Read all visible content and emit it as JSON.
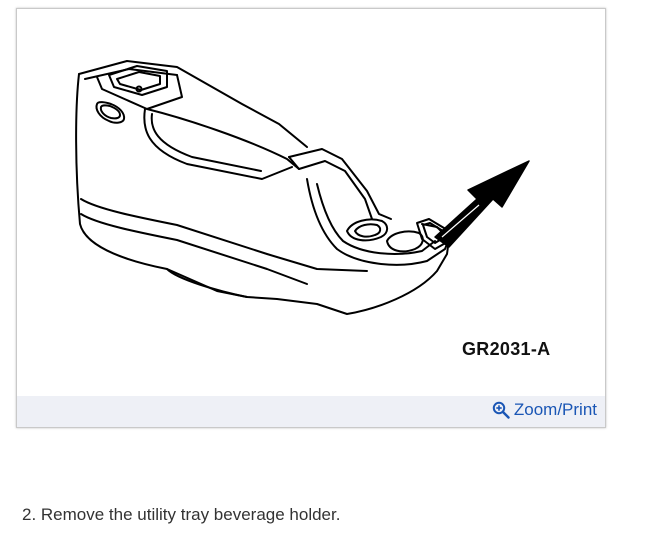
{
  "figure": {
    "code": "GR2031-A",
    "zoom_label": "Zoom/Print",
    "icon": "zoom-in-icon",
    "link_color": "#1a56b5"
  },
  "instruction": {
    "text": "2. Remove the utility tray beverage holder."
  }
}
